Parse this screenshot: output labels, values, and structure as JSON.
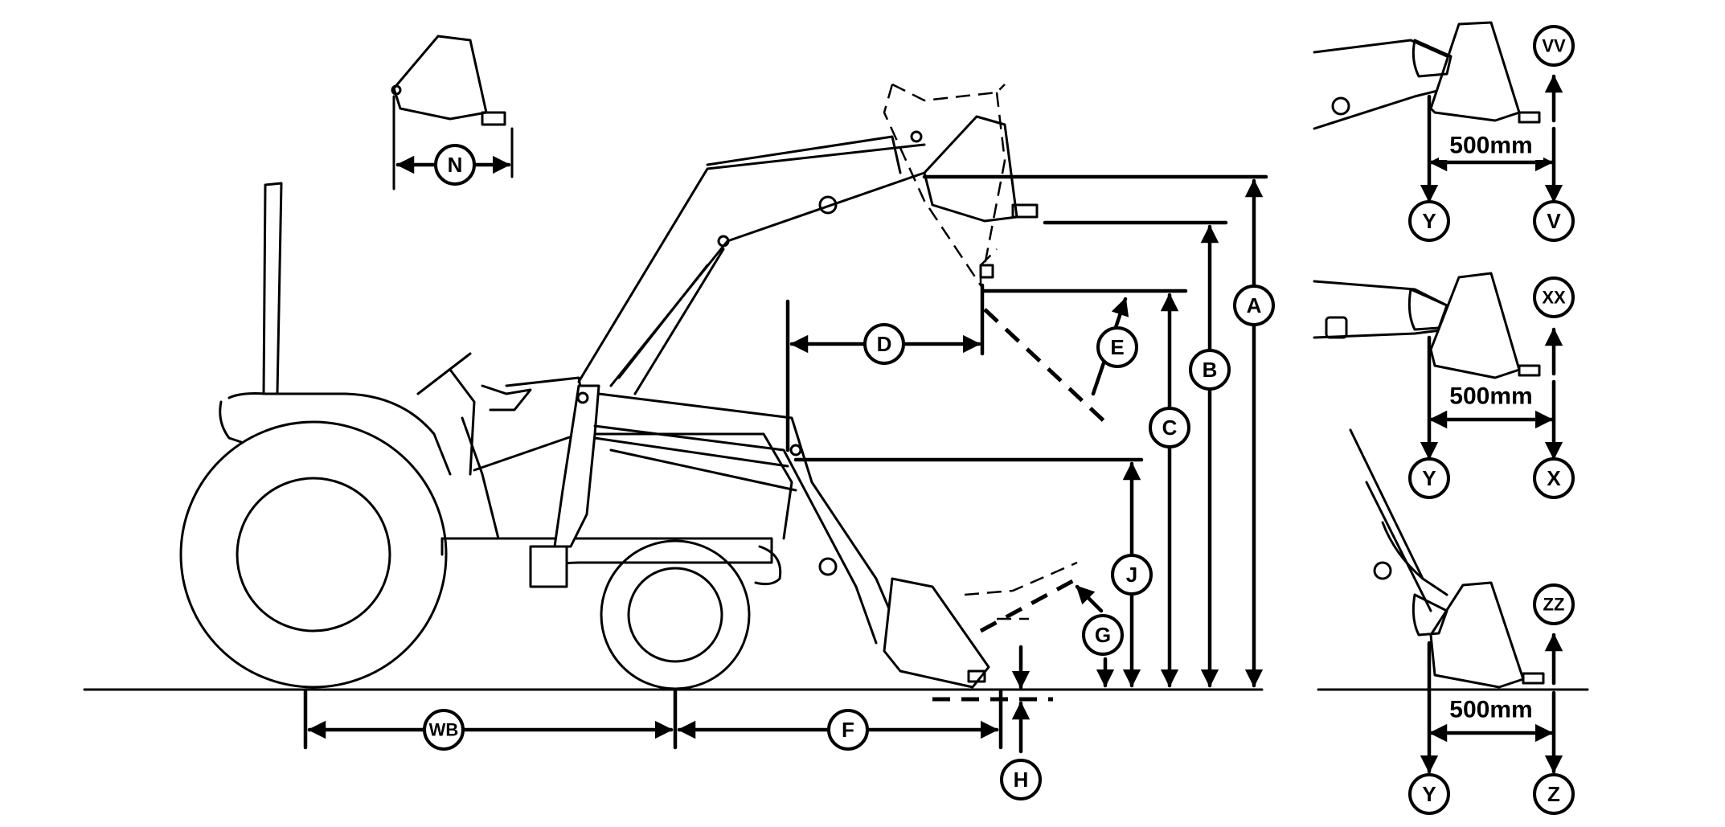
{
  "callouts": {
    "A": "A",
    "B": "B",
    "C": "C",
    "D": "D",
    "E": "E",
    "F": "F",
    "G": "G",
    "H": "H",
    "J": "J",
    "N": "N",
    "WB": "WB",
    "VV": "VV",
    "V": "V",
    "XX": "XX",
    "X": "X",
    "ZZ": "ZZ",
    "Z": "Z",
    "Y1": "Y",
    "Y2": "Y",
    "Y3": "Y"
  },
  "dimensions": {
    "top": "500mm",
    "middle": "500mm",
    "bottom": "500mm"
  }
}
